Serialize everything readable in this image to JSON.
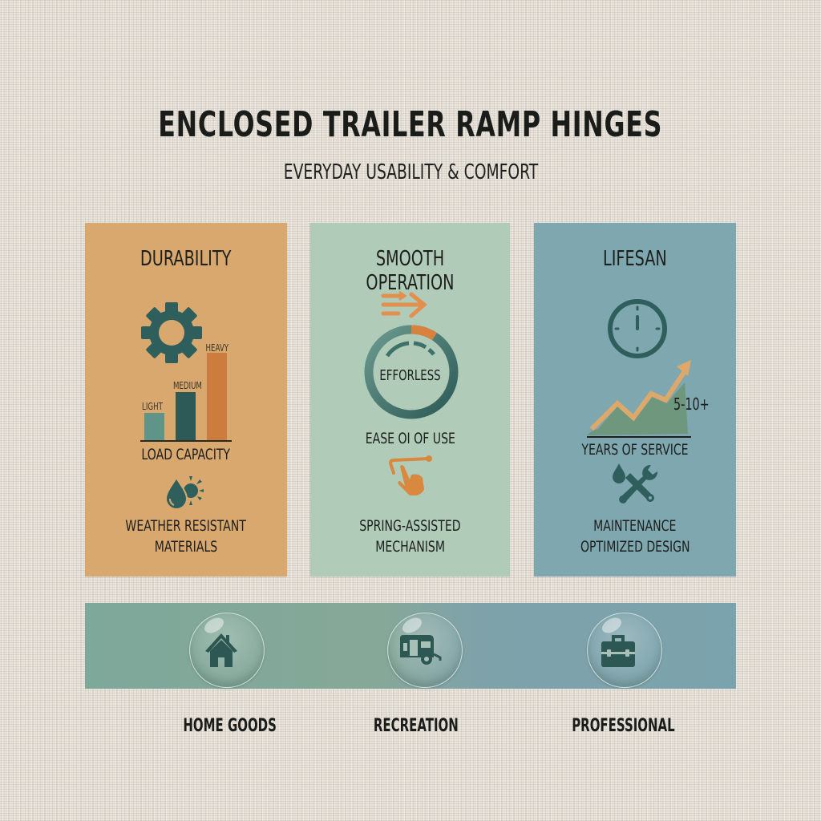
{
  "header": {
    "title": "ENCLOSED TRAILER RAMP HINGES",
    "subtitle": "EVERYDAY USABILITY & COMFORT"
  },
  "colors": {
    "background": "#e6e1d9",
    "panel_durability": "#d8a86e",
    "panel_smooth": "#b0cbb8",
    "panel_lifespan": "#7fa7b0",
    "icon_teal": "#2f5f5c",
    "accent_orange": "#d2803f",
    "accent_tan": "#dea86a",
    "chart_green": "#6b9474"
  },
  "panels": [
    {
      "title": "DURABILITY",
      "icons": [
        "gear-icon",
        "water-drop-sun-icon"
      ],
      "chart_labels": [
        "LIGHT",
        "MEDIUM",
        "HEAVY"
      ],
      "chart_caption": "LOAD CAPACITY",
      "feature_line1": "WEATHER RESISTANT",
      "feature_line2": "MATERIALS"
    },
    {
      "title": "SMOOTH OPERATION",
      "icons": [
        "double-arrow-right-icon",
        "gauge-ring-icon",
        "hand-pull-lever-icon"
      ],
      "gauge_label": "EFFORLESS",
      "gauge_caption": "EASE OI OF USE",
      "feature_line1": "SPRING-ASSISTED",
      "feature_line2": "MECHANISM"
    },
    {
      "title": "LIFESAN",
      "icons": [
        "clock-icon",
        "trend-up-arrow-icon",
        "wrench-oil-drop-icon"
      ],
      "trend_value": "5-10+",
      "trend_caption": "YEARS OF SERVICE",
      "feature_line1": "MAINTENANCE",
      "feature_line2": "OPTIMIZED DESIGN"
    }
  ],
  "categories": [
    {
      "label": "HOME GOODS",
      "icon": "house-icon"
    },
    {
      "label": "RECREATION",
      "icon": "camper-trailer-icon"
    },
    {
      "label": "PROFESSIONAL",
      "icon": "toolbox-icon"
    }
  ],
  "chart_data": {
    "type": "bar",
    "title": "LOAD CAPACITY",
    "categories": [
      "LIGHT",
      "MEDIUM",
      "HEAVY"
    ],
    "values": [
      1,
      2,
      3
    ],
    "colors": [
      "#5f9488",
      "#2d5a56",
      "#cc7c3c"
    ],
    "xlabel": "LOAD CAPACITY",
    "ylabel": "",
    "grid": false
  }
}
